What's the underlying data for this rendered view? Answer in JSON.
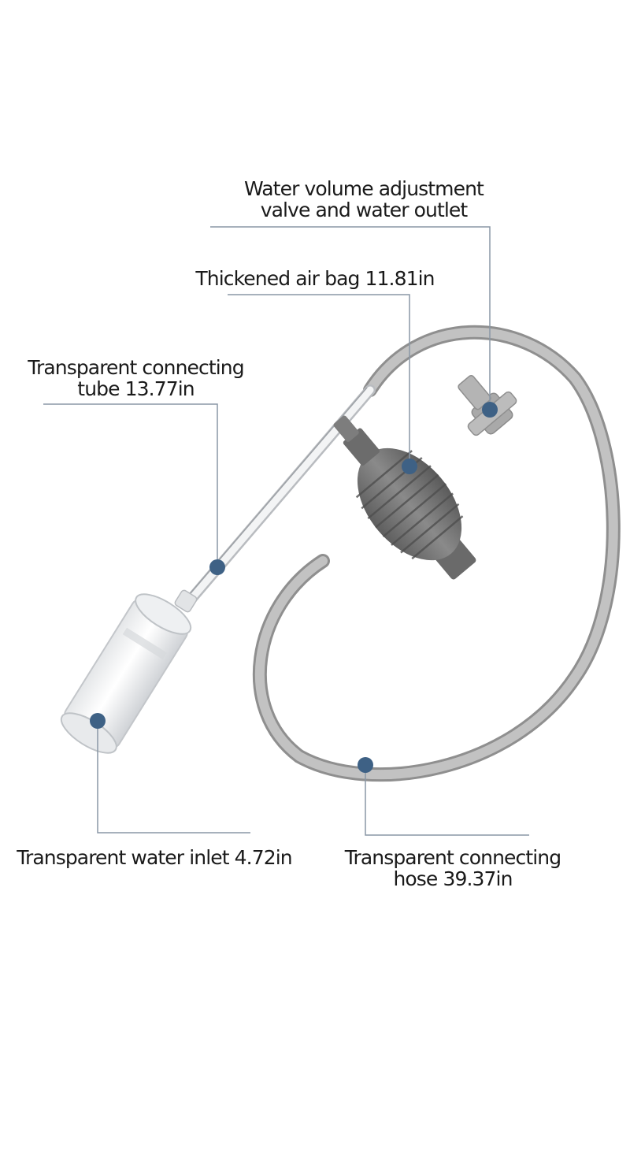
{
  "colors": {
    "background": "#ffffff",
    "leader_line": "#8a97a6",
    "marker_dot": "#3e6185",
    "hose_gray": "#a6a6a6",
    "bulb_gray": "#6f6f6f",
    "text": "#1a1a1a"
  },
  "callouts": {
    "valve_outlet": {
      "line1": "Water volume adjustment",
      "line2": "valve and water outlet"
    },
    "air_bag": {
      "line1": "Thickened air bag 11.81in"
    },
    "connecting_tube": {
      "line1": "Transparent connecting",
      "line2": "tube 13.77in"
    },
    "water_inlet": {
      "line1": "Transparent water inlet 4.72in"
    },
    "connecting_hose": {
      "line1": "Transparent connecting",
      "line2": "hose 39.37in"
    }
  }
}
